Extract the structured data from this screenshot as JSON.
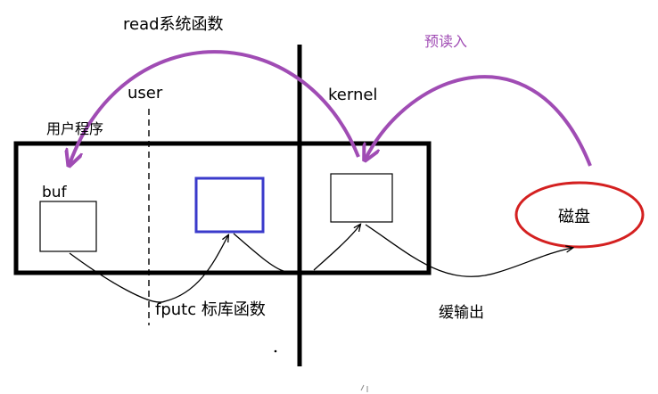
{
  "labels": {
    "read_syscall": "read系统函数",
    "readahead": "预读入",
    "user": "user",
    "kernel": "kernel",
    "user_program": "用户程序",
    "buf": "buf",
    "disk": "磁盘",
    "fputc": "fputc 标库函数",
    "buffered_output": "缓输出"
  },
  "colors": {
    "ink": "#000000",
    "purple": "#a04cb4",
    "blue_box": "#3a3acb",
    "disk_ellipse": "#d42020",
    "background": "#ffffff"
  }
}
